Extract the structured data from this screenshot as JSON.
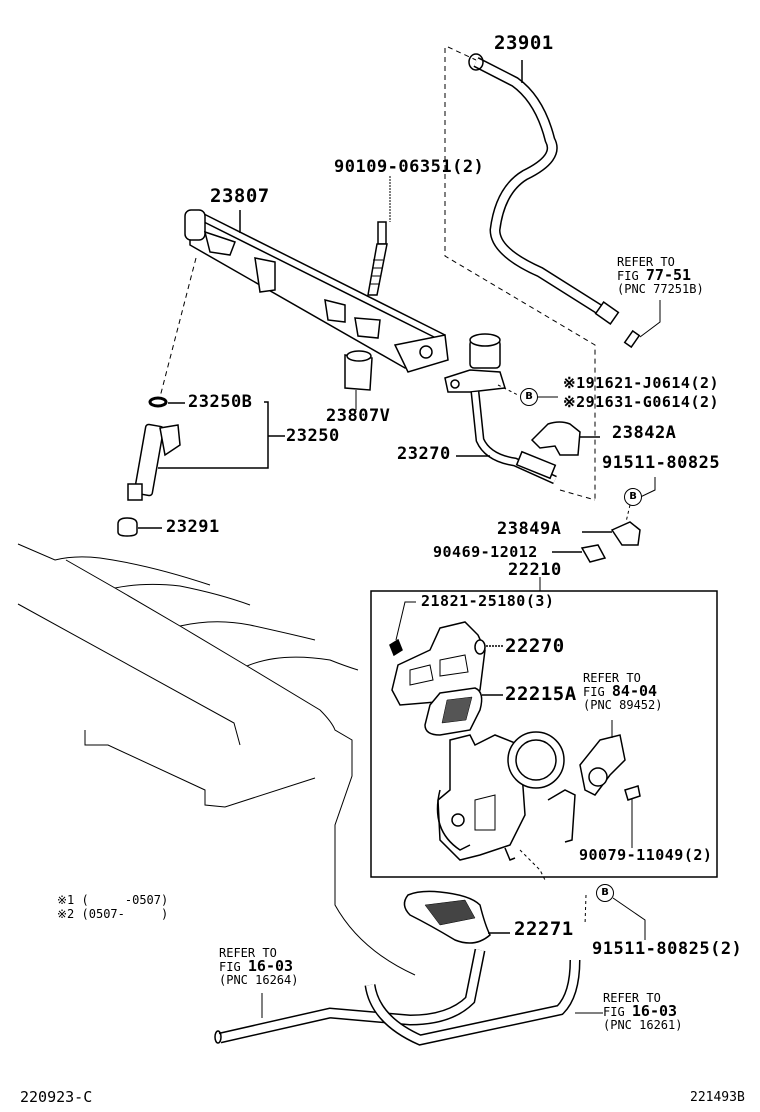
{
  "diagram": {
    "title": "Fuel injection system / throttle body parts diagram",
    "figure_code": "220923-C",
    "illustration_code": "221493B",
    "parts": [
      {
        "id": "23901",
        "label": "23901"
      },
      {
        "id": "90109-06351",
        "label": "90109-06351(2)"
      },
      {
        "id": "23807",
        "label": "23807"
      },
      {
        "id": "23250B",
        "label": "23250B"
      },
      {
        "id": "23250",
        "label": "23250"
      },
      {
        "id": "23807V",
        "label": "23807V"
      },
      {
        "id": "23291",
        "label": "23291"
      },
      {
        "id": "23270",
        "label": "23270"
      },
      {
        "id": "91621-J0614",
        "label": "※191621-J0614(2)"
      },
      {
        "id": "91631-G0614",
        "label": "※291631-G0614(2)"
      },
      {
        "id": "23842A",
        "label": "23842A"
      },
      {
        "id": "91511-80825",
        "label": "91511-80825"
      },
      {
        "id": "23849A",
        "label": "23849A"
      },
      {
        "id": "90469-12012",
        "label": "90469-12012"
      },
      {
        "id": "22210",
        "label": "22210"
      },
      {
        "id": "21821-25180",
        "label": "21821-25180(3)"
      },
      {
        "id": "22270",
        "label": "22270"
      },
      {
        "id": "22215A",
        "label": "22215A"
      },
      {
        "id": "90079-11049",
        "label": "90079-11049(2)"
      },
      {
        "id": "22271",
        "label": "22271"
      },
      {
        "id": "91511-80825-2",
        "label": "91511-80825(2)"
      }
    ],
    "references": [
      {
        "line1": "REFER TO",
        "fig_prefix": "FIG ",
        "fig": "77-51",
        "pnc": "(PNC 77251B)"
      },
      {
        "line1": "REFER TO",
        "fig_prefix": "FIG ",
        "fig": "84-04",
        "pnc": "(PNC 89452)"
      },
      {
        "line1": "REFER TO",
        "fig_prefix": "FIG ",
        "fig": "16-03",
        "pnc": "(PNC 16264)"
      },
      {
        "line1": "REFER TO",
        "fig_prefix": "FIG ",
        "fig": "16-03",
        "pnc": "(PNC 16261)"
      }
    ],
    "callout_marker": "B",
    "notes": [
      {
        "mark": "※1",
        "range": "(     -0507)"
      },
      {
        "mark": "※2",
        "range": "(0507-     )"
      }
    ]
  }
}
